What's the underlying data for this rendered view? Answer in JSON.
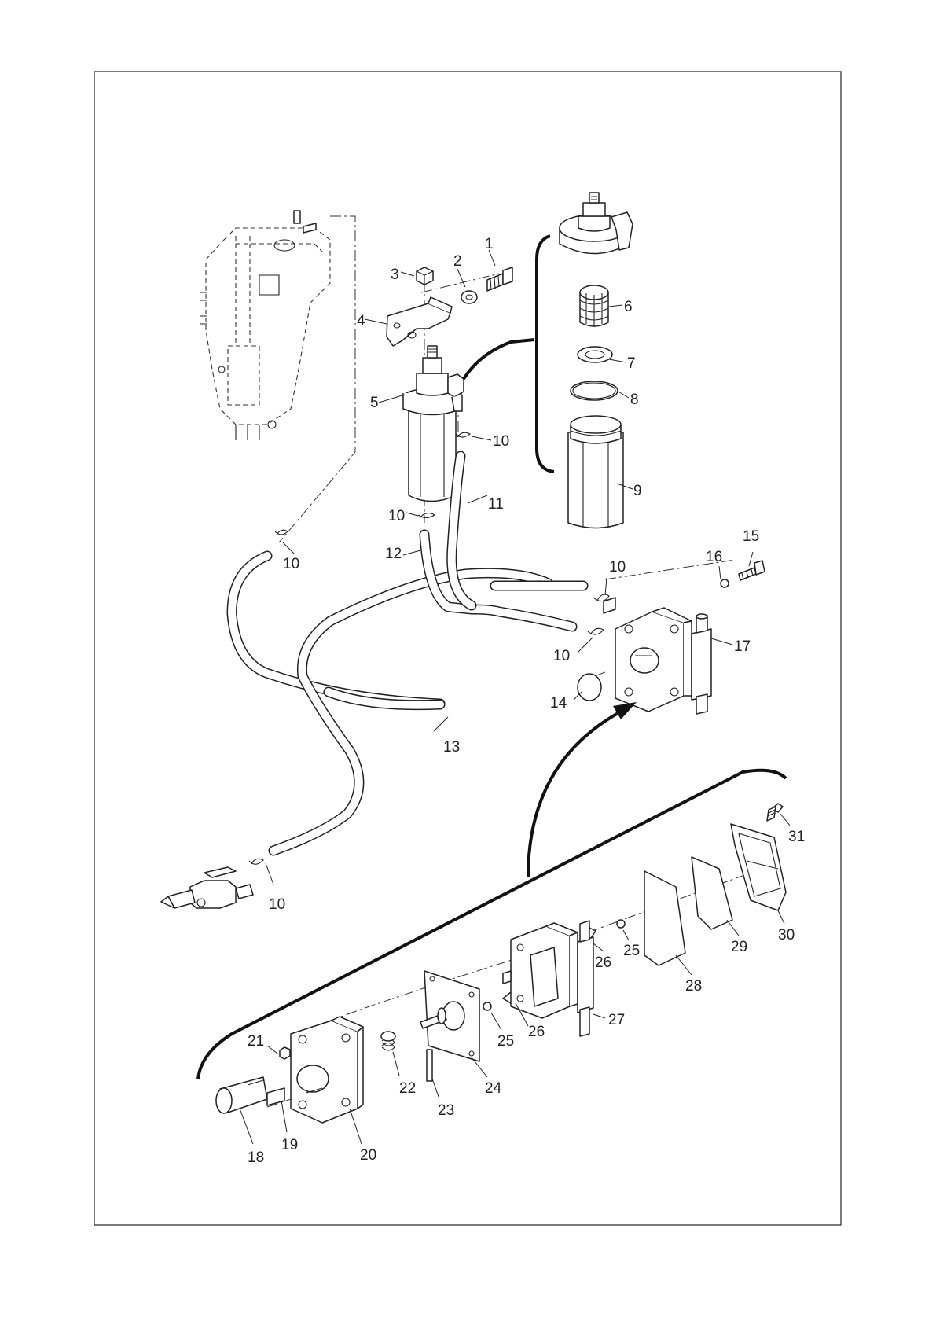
{
  "callouts": [
    "1",
    "2",
    "3",
    "4",
    "5",
    "6",
    "7",
    "8",
    "9",
    "10",
    "10",
    "10",
    "10",
    "10",
    "10",
    "11",
    "12",
    "13",
    "14",
    "15",
    "16",
    "17",
    "18",
    "19",
    "20",
    "21",
    "22",
    "23",
    "24",
    "25",
    "25",
    "26",
    "26",
    "27",
    "28",
    "29",
    "30",
    "31"
  ]
}
